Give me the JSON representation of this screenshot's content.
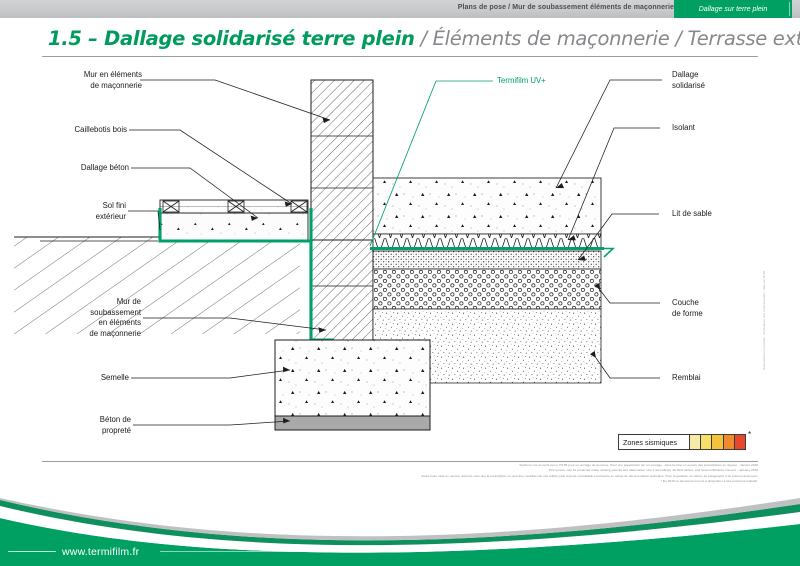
{
  "header": {
    "breadcrumb": "Plans de pose / Mur de soubassement éléments de maçonnerie",
    "active_tab": "Dallage sur terre plein"
  },
  "title": {
    "number_and_name": "1.5 – Dallage solidarisé terre plein",
    "rest": " / Éléments de maçonnerie / Terrasse extérieure"
  },
  "labels_left": [
    {
      "id": "mur-elements-maconnerie",
      "text_line1": "Mur en éléments",
      "text_line2": "de maçonnerie"
    },
    {
      "id": "caillebotis-bois",
      "text_line1": "Caillebotis bois",
      "text_line2": ""
    },
    {
      "id": "dallage-beton",
      "text_line1": "Dallage béton",
      "text_line2": ""
    },
    {
      "id": "sol-fini-exterieur",
      "text_line1": "Sol fini",
      "text_line2": "extérieur"
    },
    {
      "id": "mur-soubassement",
      "text_line1": "Mur de",
      "text_line2": "soubassement",
      "text_line3": "en éléments",
      "text_line4": "de maçonnerie"
    },
    {
      "id": "semelle",
      "text_line1": "Semelle",
      "text_line2": ""
    },
    {
      "id": "beton-proprete",
      "text_line1": "Béton de",
      "text_line2": "propreté"
    }
  ],
  "labels_right": [
    {
      "id": "dallage-solidarise",
      "text_line1": "Dallage",
      "text_line2": "solidarisé"
    },
    {
      "id": "isolant",
      "text_line1": "Isolant",
      "text_line2": ""
    },
    {
      "id": "lit-de-sable",
      "text_line1": "Lit de sable",
      "text_line2": ""
    },
    {
      "id": "couche-de-forme",
      "text_line1": "Couche",
      "text_line2": "de forme"
    },
    {
      "id": "remblai",
      "text_line1": "Remblai",
      "text_line2": ""
    }
  ],
  "product_callout": {
    "label": "Termifilm UV+",
    "color": "#00a06a"
  },
  "seismic": {
    "label": "Zones sismiques",
    "asterisk": "*",
    "scale_colors": [
      "#f7e9a8",
      "#f6df6a",
      "#f5c23c",
      "#ef8b2c",
      "#e8472c"
    ]
  },
  "footnotes": [
    "Système mis au point par le CSTB pour un ouvrage de la norme. Pour une prescription sur un ouvrage - dans la mise en oeuvre des prescriptions en vigueur - Janvier 2018",
    "This system may be protected under existing patents and trademarks. Use it accordingly. All third parties, and local certification consent - January 2018",
    "Avant toute mise en oeuvre, assurez-vous que la prescription ne peut être modifiée par une édition plus récente consultable et présente en cahier de documentation technique. Pour la garantie, se référer au paragraphe 2 du présent document.",
    "* En 2018 ce document est mis à disposition à titre purement indicatif."
  ],
  "side_note": "Reproduction interdite - Illustration non contractuelle - Janvier 2018",
  "footer": {
    "url": "www.termifilm.fr",
    "brand_color": "#00a062"
  },
  "colors": {
    "green": "#009c5e",
    "grey_title": "#86888b",
    "membrane": "#00a06a",
    "beton_proprete_fill": "#a8a8a8"
  }
}
